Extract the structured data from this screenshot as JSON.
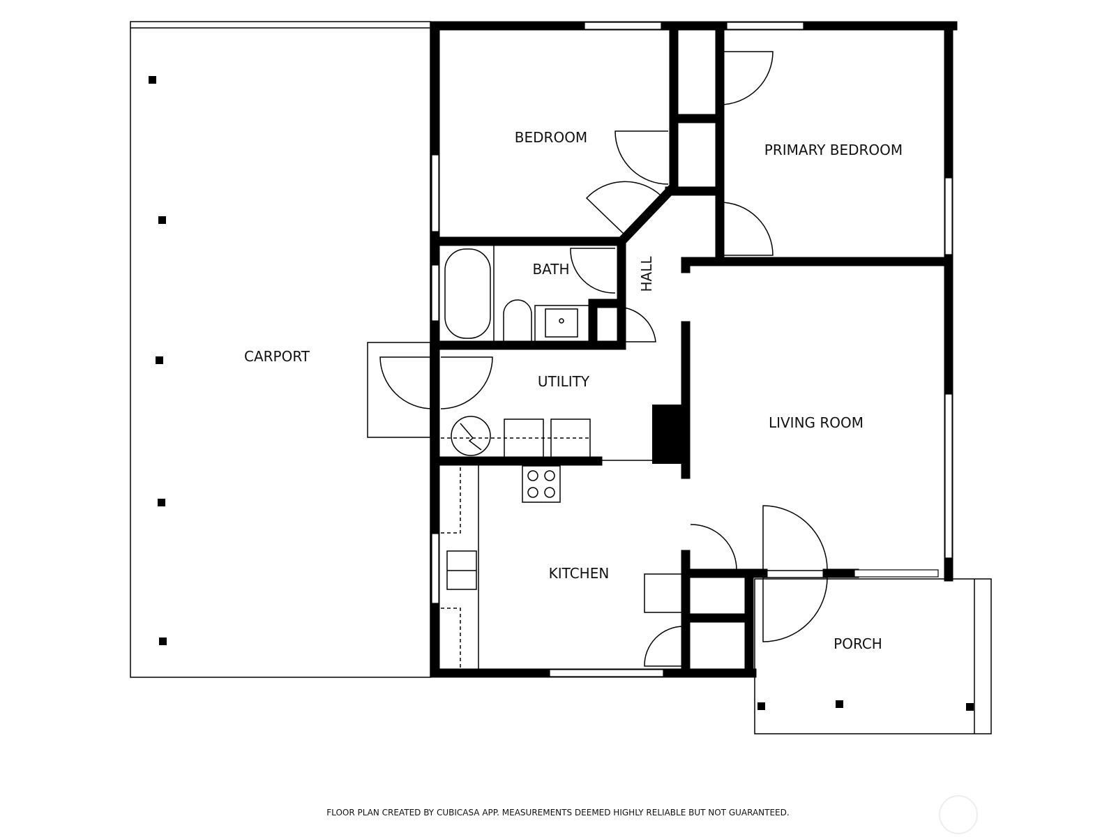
{
  "rooms": {
    "carport": "CARPORT",
    "bedroom": "BEDROOM",
    "primary_bedroom": "PRIMARY BEDROOM",
    "bath": "BATH",
    "hall": "HALL",
    "utility": "UTILITY",
    "living_room": "LIVING ROOM",
    "kitchen": "KITCHEN",
    "porch": "PORCH"
  },
  "footer": "FLOOR PLAN CREATED BY CUBICASA APP. MEASUREMENTS DEEMED HIGHLY RELIABLE BUT NOT GUARANTEED."
}
